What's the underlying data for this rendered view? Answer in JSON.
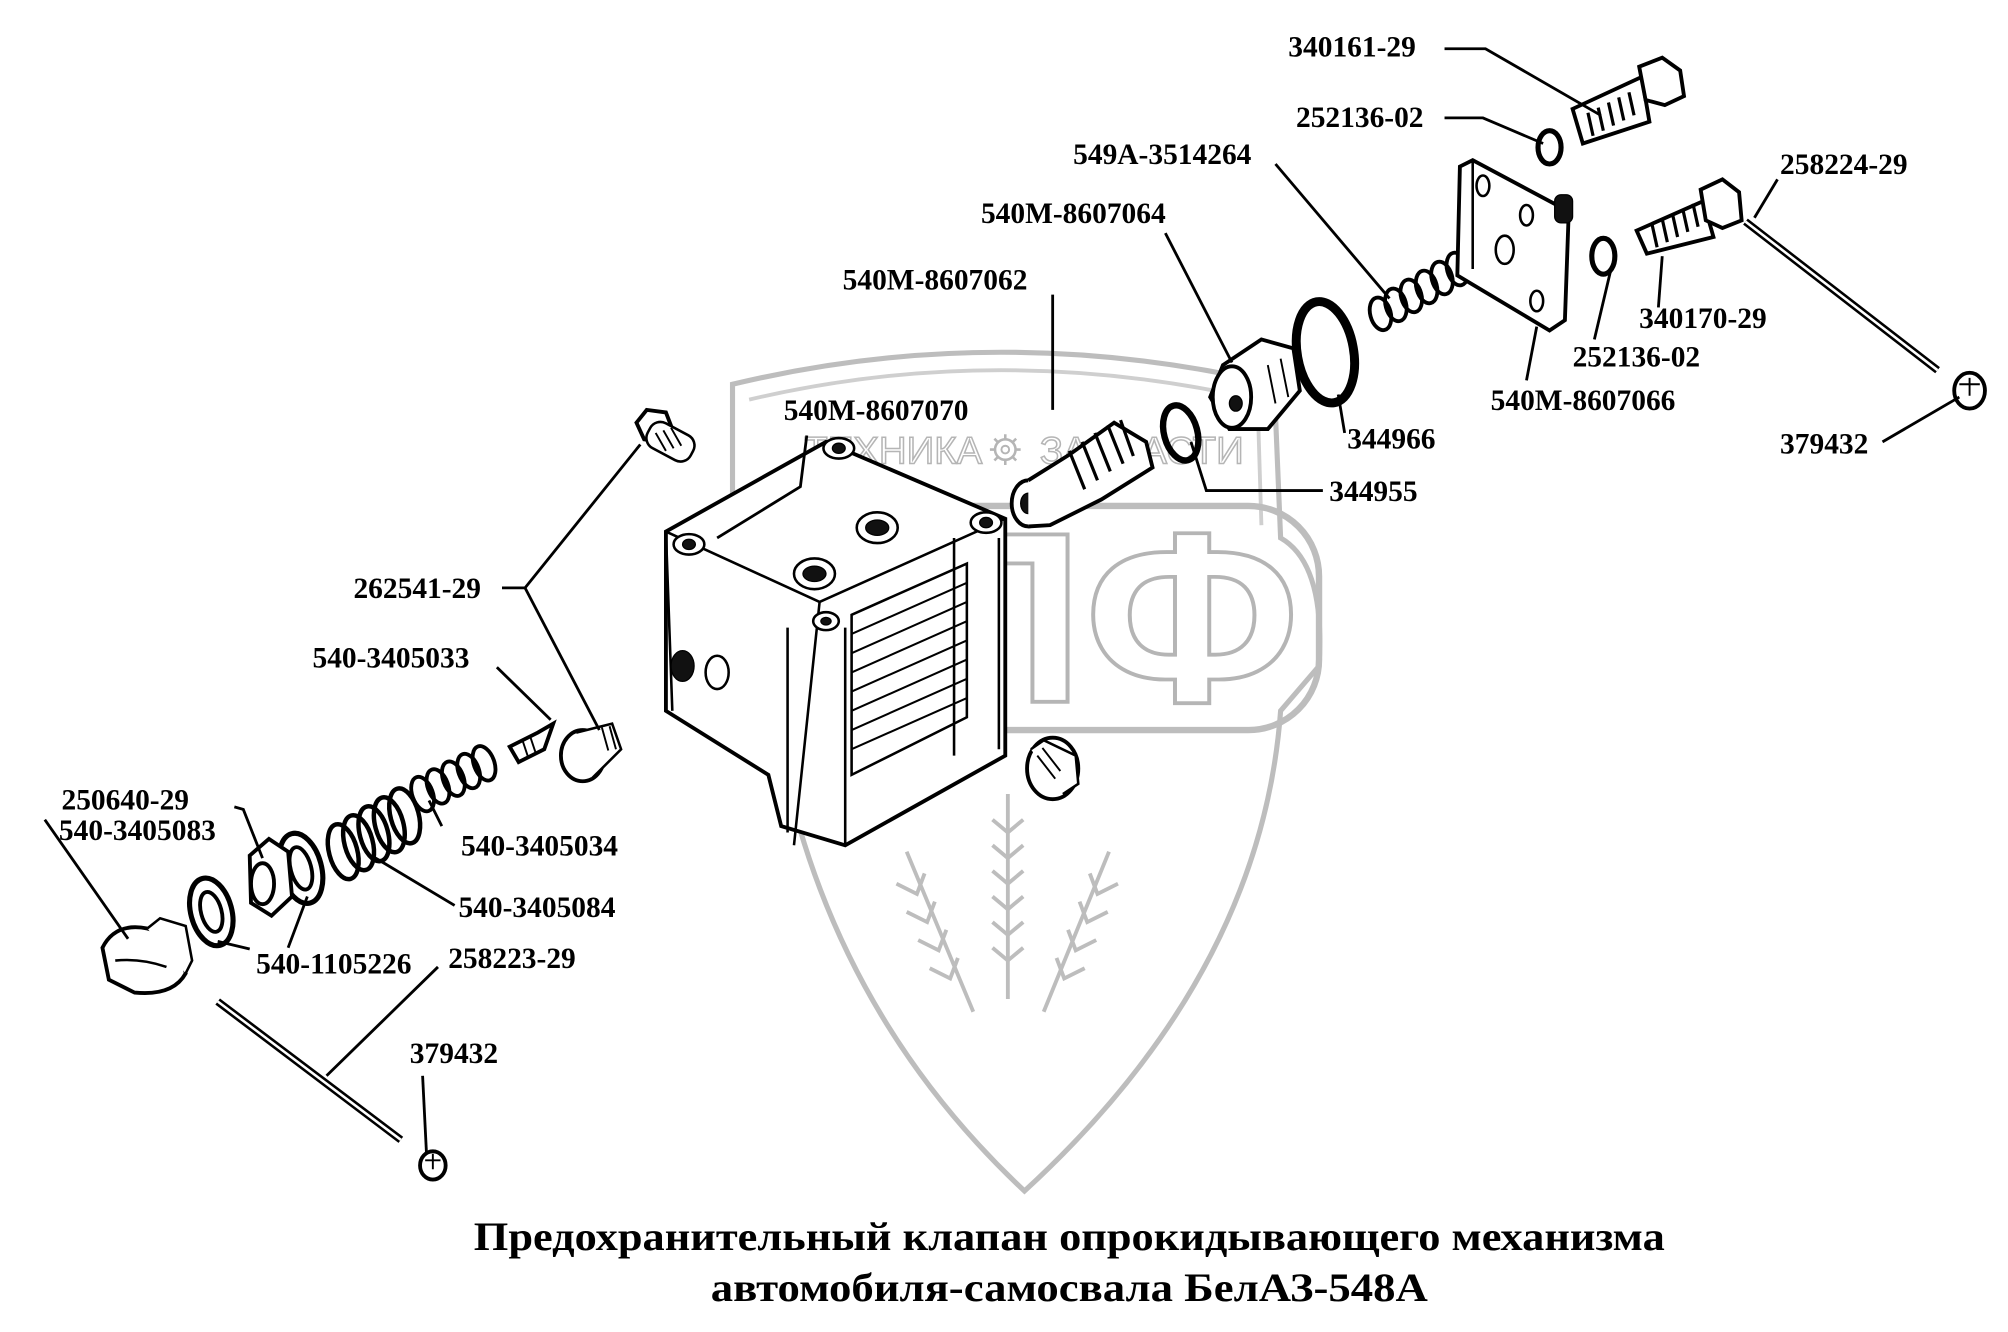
{
  "diagram": {
    "type": "exploded-view parts diagram",
    "caption": {
      "line1": "Предохранительный клапан опрокидывающего механизма",
      "line2": "автомобиля-самосвала БелАЗ-548А"
    },
    "watermark": {
      "logo_letters": "ЭПФ",
      "left_text": "ТЕХНИКА",
      "right_text": "ЗАПЧАСТИ",
      "gear_icon": "gear-icon",
      "color": "#b5b5b5"
    },
    "labels": {
      "bolt_top": "340161-29",
      "washer_top": "252136-02",
      "spring_upper": "549А-3514264",
      "nut_upper": "540М-8607064",
      "valve_seat": "540М-8607062",
      "housing": "540М-8607070",
      "seal_ring": "344966",
      "o_ring": "344955",
      "wire_right": "258224-29",
      "bolt_right": "340170-29",
      "washer_right": "252136-02",
      "flange": "540М-8607066",
      "seal_right": "379432",
      "plug": "262541-29",
      "needle": "540-3405033",
      "small_spring": "540-3405034",
      "big_spring": "540-3405084",
      "nut_left": "250640-29",
      "cap_nut": "540-3405083",
      "gaskets": "540-1105226",
      "wire_left": "258223-29",
      "seal_left": "379432"
    }
  }
}
